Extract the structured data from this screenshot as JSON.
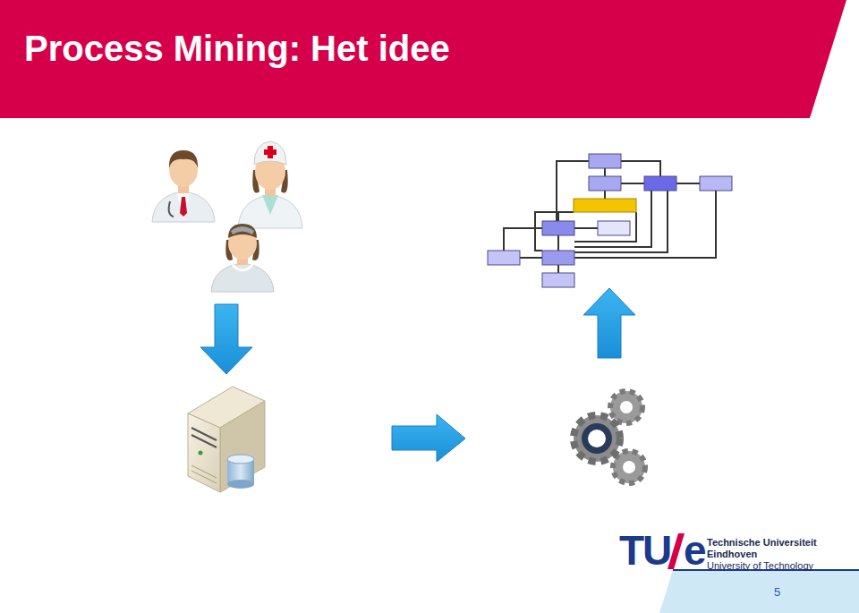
{
  "diagram": {
    "title": "Process Mining: Het idee",
    "labels": [
      "TU",
      "e",
      "Technische Universiteit",
      "Eindhoven",
      "University of Technology",
      "5"
    ]
  }
}
